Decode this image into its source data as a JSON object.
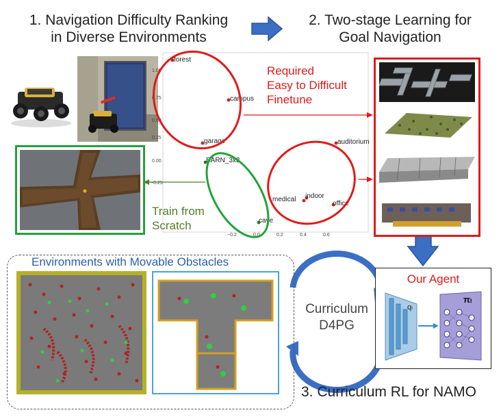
{
  "headings": {
    "step1_line1": "1. Navigation Difficulty Ranking",
    "step1_line2": "in Diverse Environments",
    "step2_line1": "2. Two-stage Learning for",
    "step2_line2": "Goal Navigation",
    "step3": "3. Curriculum RL for NAMO"
  },
  "annotations": {
    "required_line1": "Required",
    "required_line2": "Easy to Difficult",
    "required_line3": "Finetune",
    "train_line1": "Train from",
    "train_line2": "Scratch"
  },
  "movable_box": {
    "title": "Environments with Movable Obstacles"
  },
  "curriculum": {
    "line1": "Curriculum",
    "line2": "D4PG"
  },
  "agent": {
    "title": "Our Agent",
    "q_label": "qₗ",
    "pi_label": "πₗ"
  },
  "scatter": {
    "points": [
      {
        "name": "forest",
        "color": "#d02020"
      },
      {
        "name": "campus",
        "color": "#d02020"
      },
      {
        "name": "garage",
        "color": "#d02020"
      },
      {
        "name": "BARN_3x3",
        "color": "#208020"
      },
      {
        "name": "auditorium",
        "color": "#d02020"
      },
      {
        "name": "medical",
        "color": "#d02020"
      },
      {
        "name": "indoor",
        "color": "#d02020"
      },
      {
        "name": "office",
        "color": "#d02020"
      },
      {
        "name": "cave",
        "color": "#208020"
      }
    ],
    "yticks": [
      "1.00",
      "0.75",
      "0.50",
      "0.25",
      "0.00",
      "−0.25"
    ],
    "xticks": [
      "−0.2",
      "0.0",
      "0.2",
      "0.4",
      "0.6"
    ]
  },
  "colors": {
    "red": "#e01a1a",
    "green": "#23a23a",
    "blue_arrow": "#3a6fc4",
    "dashed_border": "#555555"
  }
}
